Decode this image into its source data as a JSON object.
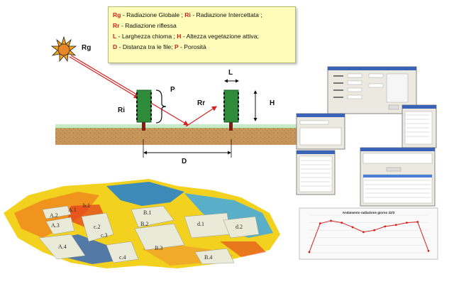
{
  "legend": {
    "line1": {
      "k1": "Rg",
      "t1": " - Radiazione Globale ",
      "s1": "; ",
      "k2": "Ri",
      "t2": " - Radiazione Intercettata ;"
    },
    "line2": {
      "k1": "Rr",
      "t1": " - Radiazione riflessa"
    },
    "line3": {
      "k1": "L",
      "t1": " - Larghezza chioma ",
      "s1": "; ",
      "k2": "H",
      "t2": " - Altezza vegetazione attiva;"
    },
    "line4": {
      "k1": "D",
      "t1": " - Distanza tra le file; ",
      "k2": "P",
      "t2": " - Porosità"
    }
  },
  "diagram": {
    "label_rg": "Rg",
    "label_ri": "Ri",
    "label_rr": "Rr",
    "label_p": "P",
    "label_l": "L",
    "label_h": "H",
    "label_d": "D",
    "colors": {
      "canopy": "#2e8b3a",
      "trunk": "#7a1f12",
      "soil": "#c8965a",
      "arrow": "#d42020",
      "sun": "#f2a21b"
    }
  },
  "map": {
    "lots": [
      "A.1",
      "A.2",
      "A.3",
      "A.4",
      "b.1",
      "B.1",
      "B.2",
      "B.3",
      "B.4",
      "c.2",
      "c.3",
      "c.4",
      "d.1",
      "d.2"
    ]
  },
  "plot": {
    "title": "Andamento radiazione giorno 22/3"
  },
  "chart_data": {
    "type": "line",
    "title": "Andamento radiazione giorno 22/3",
    "xlabel": "",
    "ylabel": "",
    "x": [
      1,
      2,
      3,
      4,
      5,
      6,
      7,
      8,
      9,
      10,
      11,
      12
    ],
    "series": [
      {
        "values": [
          2,
          78,
          85,
          80,
          68,
          55,
          60,
          70,
          74,
          80,
          82,
          5
        ]
      }
    ],
    "ylim": [
      0,
      100
    ],
    "grid": true,
    "color": "#d42020"
  }
}
